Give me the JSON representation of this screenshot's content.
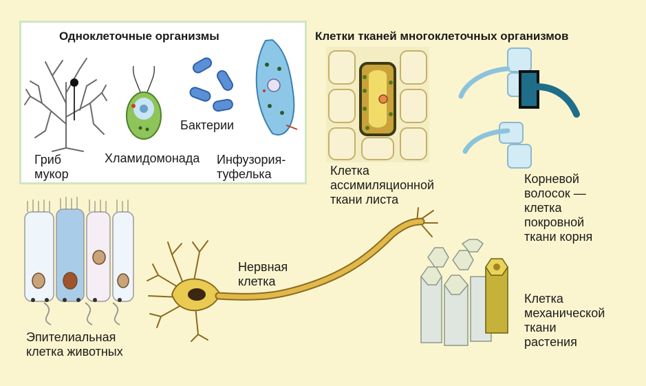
{
  "unicellular": {
    "heading": "Одноклеточные организмы",
    "labels": {
      "mucor": "Гриб\nмукор",
      "chlamydomonas": "Хламидомонада",
      "bacteria": "Бактерии",
      "paramecium": "Инфузория-\nтуфелька"
    }
  },
  "multicellular": {
    "heading": "Клетки тканей многоклеточных организмов",
    "labels": {
      "leaf_cell": "Клетка\nассимиляционной\nткани листа",
      "root_hair": "Корневой\nволосок —\nклетка\nпокровной\nткани корня",
      "nerve_cell": "Нервная\nклетка",
      "epithelial": "Эпителиальная\nклетка животных",
      "mechanical": "Клетка\nмеханической\nткани\nрастения"
    }
  },
  "colors": {
    "background": "#fbf5cf",
    "panel_border": "#cfe6c0",
    "nerve": "#e2b84a",
    "bacteria": "#5b8fd6",
    "leaf_cell": "#c9a23a"
  }
}
